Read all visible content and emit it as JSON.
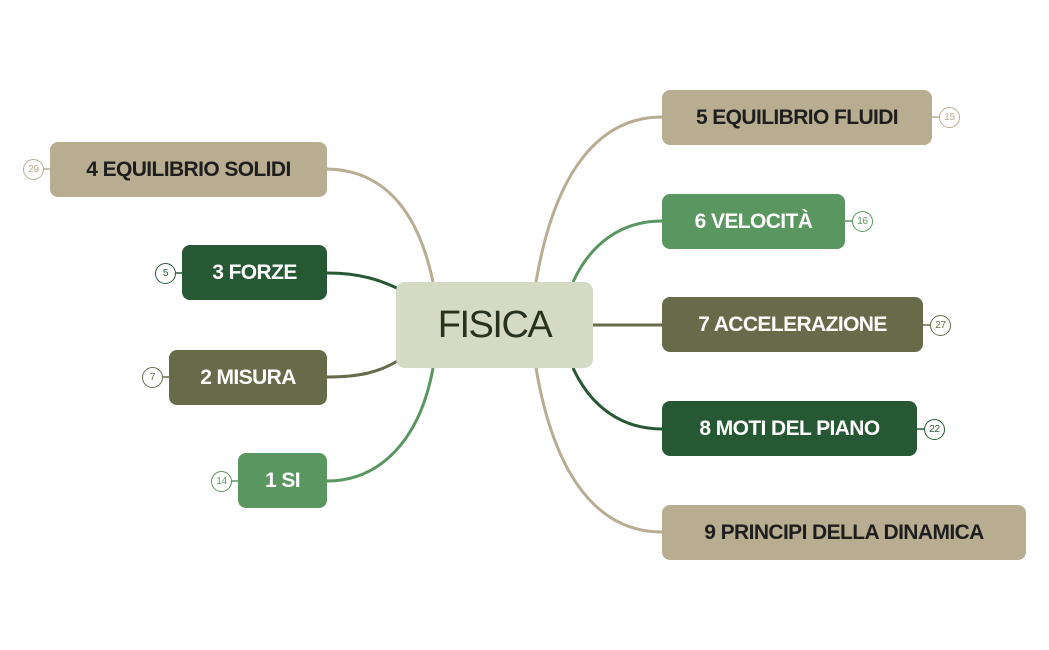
{
  "root": {
    "label": "FISICA"
  },
  "colors": {
    "tan": "#b8ad91",
    "light_green": "#5a965f",
    "dark_green": "#275834",
    "olive": "#686b49",
    "root_fill": "#d5dac4"
  },
  "topics": [
    {
      "id": "t1",
      "label": "1 SI",
      "count": "14",
      "color": "light_green",
      "side": "left"
    },
    {
      "id": "t2",
      "label": "2 MISURA",
      "count": "7",
      "color": "olive",
      "side": "left"
    },
    {
      "id": "t3",
      "label": "3 FORZE",
      "count": "5",
      "color": "dark_green",
      "side": "left"
    },
    {
      "id": "t4",
      "label": "4 EQUILIBRIO SOLIDI",
      "count": "29",
      "color": "tan",
      "side": "left"
    },
    {
      "id": "t5",
      "label": "5 EQUILIBRIO FLUIDI",
      "count": "15",
      "color": "tan",
      "side": "right"
    },
    {
      "id": "t6",
      "label": "6 VELOCITÀ",
      "count": "16",
      "color": "light_green",
      "side": "right"
    },
    {
      "id": "t7",
      "label": "7 ACCELERAZIONE",
      "count": "27",
      "color": "olive",
      "side": "right"
    },
    {
      "id": "t8",
      "label": "8 MOTI DEL PIANO",
      "count": "22",
      "color": "dark_green",
      "side": "right"
    },
    {
      "id": "t9",
      "label": "9 PRINCIPI DELLA DINAMICA",
      "count": "",
      "color": "tan",
      "side": "right"
    }
  ]
}
